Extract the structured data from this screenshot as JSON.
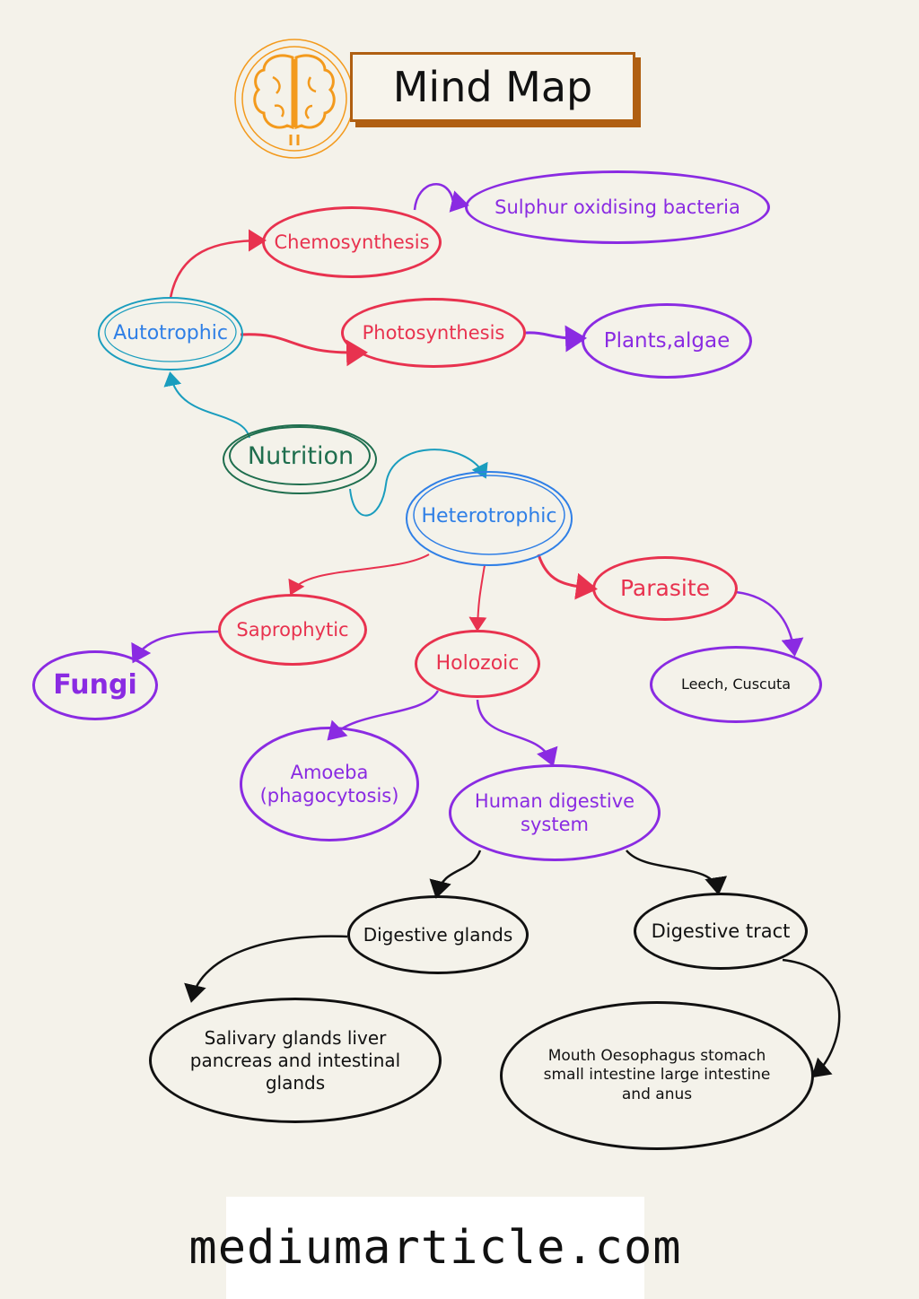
{
  "header": {
    "title": "Mind Map",
    "icon": "brain-icon"
  },
  "colors": {
    "teal": "#1a9dbe",
    "green": "#1f6e4e",
    "blue": "#2f7fe6",
    "red": "#e8324f",
    "purple": "#8a2be2",
    "black": "#111111",
    "orange": "#f39a1d",
    "brown": "#b05f12"
  },
  "nodes": {
    "nutrition": "Nutrition",
    "autotrophic": "Autotrophic",
    "heterotrophic": "Heterotrophic",
    "chemosynthesis": "Chemosynthesis",
    "photosynthesis": "Photosynthesis",
    "sulphur": "Sulphur oxidising bacteria",
    "plants": "Plants,algae",
    "saprophytic": "Saprophytic",
    "holozoic": "Holozoic",
    "parasite": "Parasite",
    "fungi": "Fungi",
    "leech": "Leech, Cuscuta",
    "amoeba_line1": "Amoeba",
    "amoeba_line2": "(phagocytosis)",
    "human_line1": "Human digestive",
    "human_line2": "system",
    "glands": "Digestive glands",
    "tract": "Digestive tract",
    "glands_detail_line1": "Salivary glands liver",
    "glands_detail_line2": "pancreas and intestinal",
    "glands_detail_line3": "glands",
    "tract_detail_line1": "Mouth Oesophagus stomach",
    "tract_detail_line2": "small intestine large intestine",
    "tract_detail_line3": "and anus"
  },
  "footer": {
    "text": "mediumarticle.com"
  }
}
